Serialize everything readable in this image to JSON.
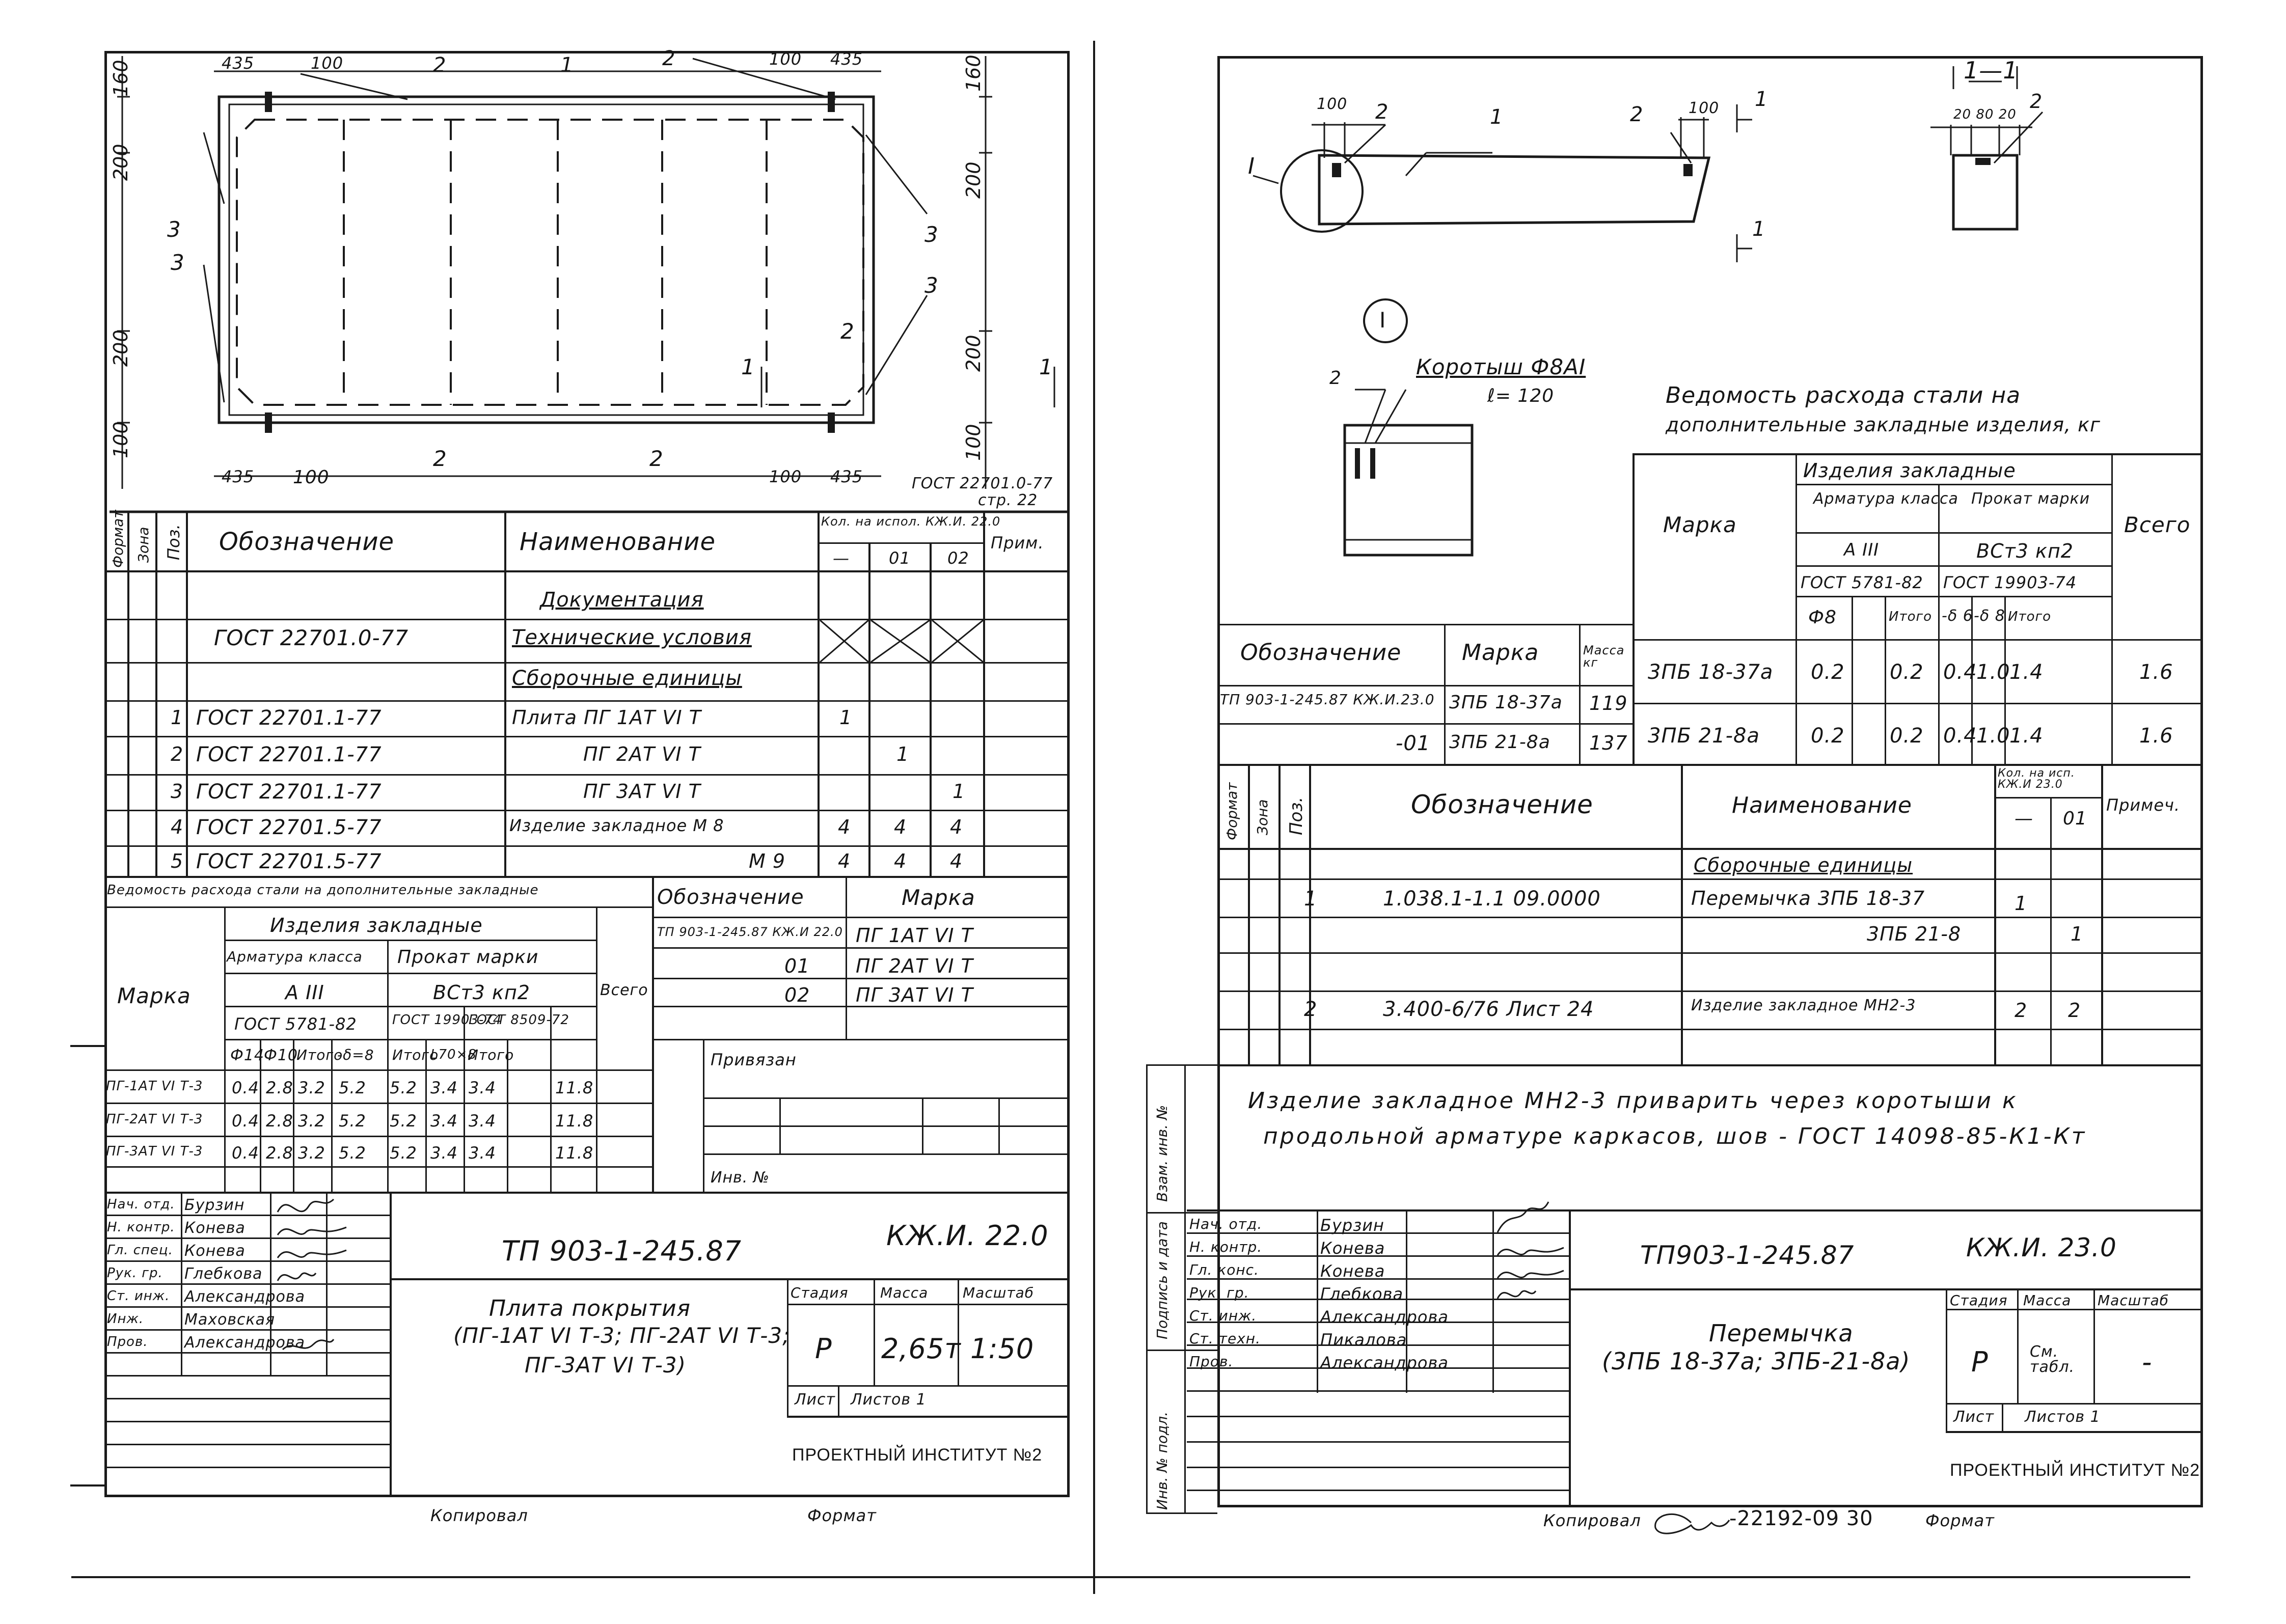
{
  "left_sheet": {
    "plan_dimensions": {
      "top_435": "435",
      "top_100": "100",
      "top_2": "2",
      "top_1": "1",
      "top_2b": "2",
      "top_100b": "100",
      "top_435b": "435",
      "left_160": "160",
      "left_200_top": "200",
      "left_200_bottom": "200",
      "left_100": "100",
      "right_160": "160",
      "right_200_top": "200",
      "right_200_bottom": "200",
      "right_100": "100",
      "bottom_435": "435",
      "bottom_100": "100",
      "bottom_2a": "2",
      "bottom_2b": "2",
      "bottom_100b": "100",
      "bottom_435b": "435",
      "callout_3a": "3",
      "callout_3b": "3",
      "callout_3c": "3",
      "callout_3d": "3",
      "callout_2": "2",
      "section_1a": "1",
      "section_1b": "1",
      "gost_ref": "ГОСТ 22701.0-77",
      "gost_page": "стр. 22"
    },
    "spec_header": {
      "format": "Формат",
      "zone": "Зона",
      "pos": "Поз.",
      "designation": "Обозначение",
      "name": "Наименование",
      "qty_title": "Кол. на испол. КЖ.И. 22.0",
      "qty_dash": "—",
      "qty_01": "01",
      "qty_02": "02",
      "note": "Прим."
    },
    "spec_rows": [
      {
        "pos": "",
        "designation": "",
        "name": "Документация",
        "dash": "",
        "c01": "",
        "c02": ""
      },
      {
        "pos": "",
        "designation": "ГОСТ 22701.0-77",
        "name": "Технические условия",
        "dash": "",
        "c01": "",
        "c02": ""
      },
      {
        "pos": "",
        "designation": "",
        "name": "Сборочные единицы",
        "dash": "",
        "c01": "",
        "c02": ""
      },
      {
        "pos": "1",
        "designation": "ГОСТ 22701.1-77",
        "name": "Плита ПГ 1АТ VI Т",
        "dash": "1",
        "c01": "",
        "c02": ""
      },
      {
        "pos": "2",
        "designation": "ГОСТ 22701.1-77",
        "name": "ПГ 2АТ VI Т",
        "dash": "",
        "c01": "1",
        "c02": ""
      },
      {
        "pos": "3",
        "designation": "ГОСТ 22701.1-77",
        "name": "ПГ 3АТ VI Т",
        "dash": "",
        "c01": "",
        "c02": "1"
      },
      {
        "pos": "4",
        "designation": "ГОСТ 22701.5-77",
        "name": "Изделие закладное М 8",
        "dash": "4",
        "c01": "4",
        "c02": "4"
      },
      {
        "pos": "5",
        "designation": "ГОСТ 22701.5-77",
        "name": "М 9",
        "dash": "4",
        "c01": "4",
        "c02": "4"
      }
    ],
    "steel": {
      "title": "Ведомость расхода стали на дополнительные закладные",
      "group": "Изделия закладные",
      "marka": "Марка",
      "arm_class": "Арматура класса",
      "prokat": "Прокат марки",
      "a3": "А III",
      "vst": "ВСт3 кп2",
      "total": "Всего",
      "gost_a": "ГОСТ 5781-82",
      "gost_b": "ГОСТ 19903-74",
      "gost_c": "ГОСТ 8509-72",
      "sub": [
        "Ф14",
        "Ф10",
        "Итого",
        "-δ=8",
        "Итого",
        "L70×8",
        "Итого"
      ],
      "rows": [
        {
          "mark": "ПГ-1АТ VI Т-3",
          "v": [
            "0.4",
            "2.8",
            "3.2",
            "5.2",
            "5.2",
            "3.4",
            "3.4",
            "11.8"
          ]
        },
        {
          "mark": "ПГ-2АТ VI Т-3",
          "v": [
            "0.4",
            "2.8",
            "3.2",
            "5.2",
            "5.2",
            "3.4",
            "3.4",
            "11.8"
          ]
        },
        {
          "mark": "ПГ-3АТ VI Т-3",
          "v": [
            "0.4",
            "2.8",
            "3.2",
            "5.2",
            "5.2",
            "3.4",
            "3.4",
            "11.8"
          ]
        }
      ]
    },
    "mark_table": {
      "h_designation": "Обозначение",
      "h_mark": "Марка",
      "rows": [
        {
          "designation": "ТП 903-1-245.87 КЖ.И 22.0",
          "mark": "ПГ 1АТ VI Т"
        },
        {
          "designation": "01",
          "mark": "ПГ 2АТ VI Т"
        },
        {
          "designation": "02",
          "mark": "ПГ 3АТ VI Т"
        }
      ]
    },
    "privyazan": "Привязан",
    "inv_no": "Инв. №",
    "stamp": {
      "roles": [
        "Нач. отд.",
        "Н. контр.",
        "Гл. спец.",
        "Рук. гр.",
        "Ст. инж.",
        "Инж.",
        "Пров."
      ],
      "names": [
        "Бурзин",
        "Конева",
        "Конева",
        "Глебкова",
        "Александрова",
        "Маховская",
        "Александрова"
      ],
      "project": "ТП 903-1-245.87",
      "code": "КЖ.И. 22.0",
      "title": "Плита покрытия (ПГ-1АТ VI Т-3; ПГ-2АТ VI Т-3; ПГ-3АТ VI Т-3)",
      "title_l1": "Плита покрытия",
      "title_l2": "(ПГ-1АТ VI Т-3; ПГ-2АТ VI Т-3;",
      "title_l3": "ПГ-3АТ VI Т-3)",
      "stage_h": "Стадия",
      "mass_h": "Масса",
      "scale_h": "Масштаб",
      "stage": "Р",
      "mass": "2,65т",
      "scale": "1:50",
      "sheet_h": "Лист",
      "sheets_h": "Листов 1",
      "org": "ПРОЕКТНЫЙ ИНСТИТУТ №2"
    },
    "footer_copied": "Копировал",
    "footer_format": "Формат"
  },
  "right_sheet": {
    "elevation": {
      "dim_100": "100",
      "dim_2a": "2",
      "dim_1": "1",
      "dim_2b": "2",
      "dim_100b": "100",
      "sec_1a": "1",
      "sec_1b": "1",
      "detail_mark": "I",
      "section_title": "1—1",
      "sec_dims": "20 80 20",
      "sec_2": "2"
    },
    "detail": {
      "circle_label": "I",
      "callout_2": "2",
      "short_bar": "Коротыш Ф8АI",
      "short_len": "ℓ= 120"
    },
    "steel": {
      "title_l1": "Ведомость расхода стали на",
      "title_l2": "дополнительные закладные изделия, кг",
      "marka": "Марка",
      "group": "Изделия закладные",
      "arm_class": "Арматура класса",
      "prokat": "Прокат марки",
      "a3": "А III",
      "vst": "ВСт3 кп2",
      "total": "Всего",
      "gost_a": "ГОСТ 5781-82",
      "gost_b": "ГОСТ 19903-74",
      "sub": [
        "Ф8",
        "",
        "Итого",
        "-δ 6",
        "-δ 8",
        "Итого"
      ],
      "rows": [
        {
          "mark": "3ПБ 18-37а",
          "v": [
            "0.2",
            "",
            "0.2",
            "0.4",
            "1.0",
            "1.4",
            "1.6"
          ]
        },
        {
          "mark": "3ПБ 21-8а",
          "v": [
            "0.2",
            "",
            "0.2",
            "0.4",
            "1.0",
            "1.4",
            "1.6"
          ]
        }
      ]
    },
    "mark_table": {
      "h_designation": "Обозначение",
      "h_mark": "Марка",
      "h_mass": "Масса кг",
      "rows": [
        {
          "designation": "ТП 903-1-245.87 КЖ.И.23.0",
          "mark": "3ПБ 18-37а",
          "mass": "119"
        },
        {
          "designation": "-01",
          "mark": "3ПБ 21-8а",
          "mass": "137"
        }
      ]
    },
    "spec_header": {
      "format": "Формат",
      "zone": "Зона",
      "pos": "Поз.",
      "designation": "Обозначение",
      "name": "Наименование",
      "qty_title": "Кол. на исп. КЖ.И 23.0",
      "qty_dash": "—",
      "qty_01": "01",
      "note": "Примеч."
    },
    "spec_rows": [
      {
        "pos": "",
        "designation": "",
        "name": "Сборочные единицы",
        "dash": "",
        "c01": ""
      },
      {
        "pos": "1",
        "designation": "1.038.1-1.1 09.0000",
        "name": "Перемычка 3ПБ 18-37",
        "dash": "1",
        "c01": ""
      },
      {
        "pos": "",
        "designation": "",
        "name": "3ПБ 21-8",
        "dash": "",
        "c01": "1"
      },
      {
        "pos": "",
        "designation": "",
        "name": "",
        "dash": "",
        "c01": ""
      },
      {
        "pos": "2",
        "designation": "3.400-6/76 Лист 24",
        "name": "Изделие закладное МН2-3",
        "dash": "2",
        "c01": "2"
      }
    ],
    "note_l1": "Изделие закладное МН2-3 приварить через коротыши к",
    "note_l2": "продольной арматуре каркасов, шов - ГОСТ 14098-85-К1-Кт",
    "side_labels": [
      "Инв. № подл.",
      "Подпись и дата",
      "Взам. инв. №"
    ],
    "stamp": {
      "roles": [
        "Нач. отд.",
        "Н. контр.",
        "Гл. конс.",
        "Рук. гр.",
        "Ст. инж.",
        "Ст. техн.",
        "Пров."
      ],
      "names": [
        "Бурзин",
        "Конева",
        "Конева",
        "Глебкова",
        "Александрова",
        "Пикалова",
        "Александрова"
      ],
      "project": "ТП903-1-245.87",
      "code": "КЖ.И. 23.0",
      "title_l1": "Перемычка",
      "title_l2": "(3ПБ 18-37а; 3ПБ-21-8а)",
      "stage_h": "Стадия",
      "mass_h": "Масса",
      "scale_h": "Масштаб",
      "stage": "Р",
      "mass": "См. табл.",
      "scale": "-",
      "sheet_h": "Лист",
      "sheets_h": "Листов 1",
      "org": "ПРОЕКТНЫЙ ИНСТИТУТ №2"
    },
    "footer_copied": "Копировал",
    "footer_number": "-22192-09 30",
    "footer_format": "Формат"
  }
}
